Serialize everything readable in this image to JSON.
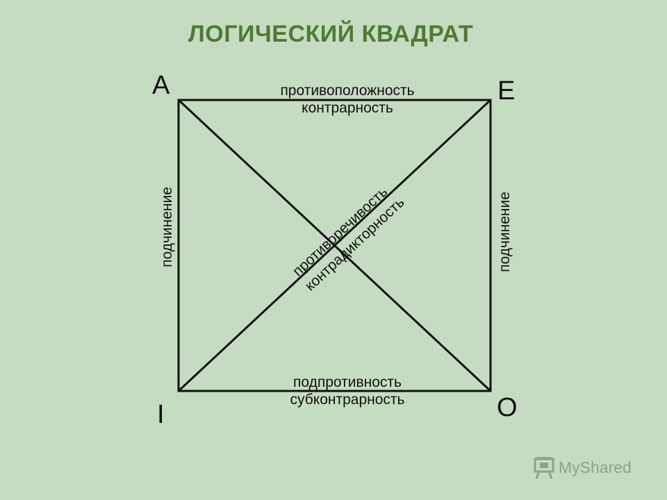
{
  "title": "ЛОГИЧЕСКИЙ КВАДРАТ",
  "corners": {
    "a": "A",
    "e": "E",
    "i": "I",
    "o": "O"
  },
  "relations": {
    "top": [
      "противоположность",
      "контрарность"
    ],
    "bottom": [
      "подпротивность",
      "субконтрарность"
    ],
    "left": "подчинение",
    "right": "подчинение",
    "diagonal": [
      "противоречивость",
      "контрадикторность"
    ]
  },
  "watermark": "MyShared",
  "colors": {
    "background": "#c6dcc2",
    "title": "#4f7a33",
    "lines": "#111111",
    "watermark": "#8fa08b"
  }
}
